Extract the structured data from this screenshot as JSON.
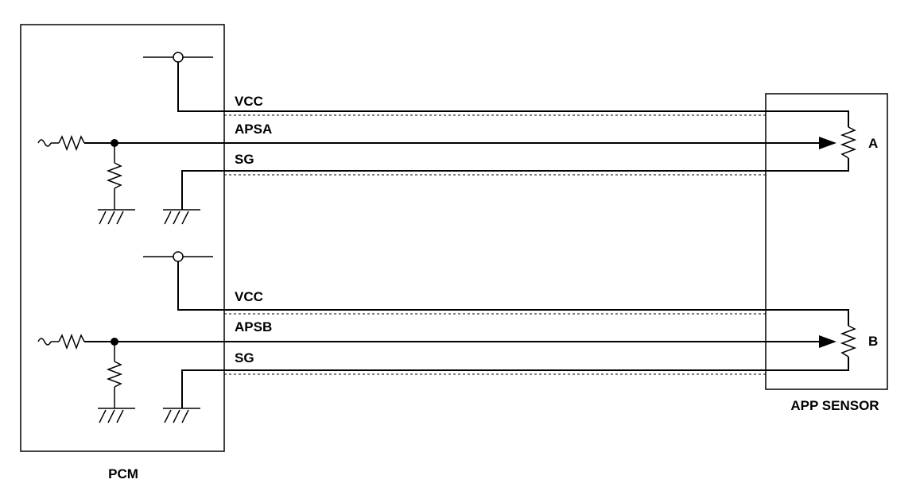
{
  "modules": {
    "pcm_label": "PCM",
    "sensor_label": "APP SENSOR"
  },
  "circuit_a": {
    "vcc_label": "VCC",
    "signal_label": "APSA",
    "ground_label": "SG",
    "pot_label": "A"
  },
  "circuit_b": {
    "vcc_label": "VCC",
    "signal_label": "APSB",
    "ground_label": "SG",
    "pot_label": "B"
  }
}
